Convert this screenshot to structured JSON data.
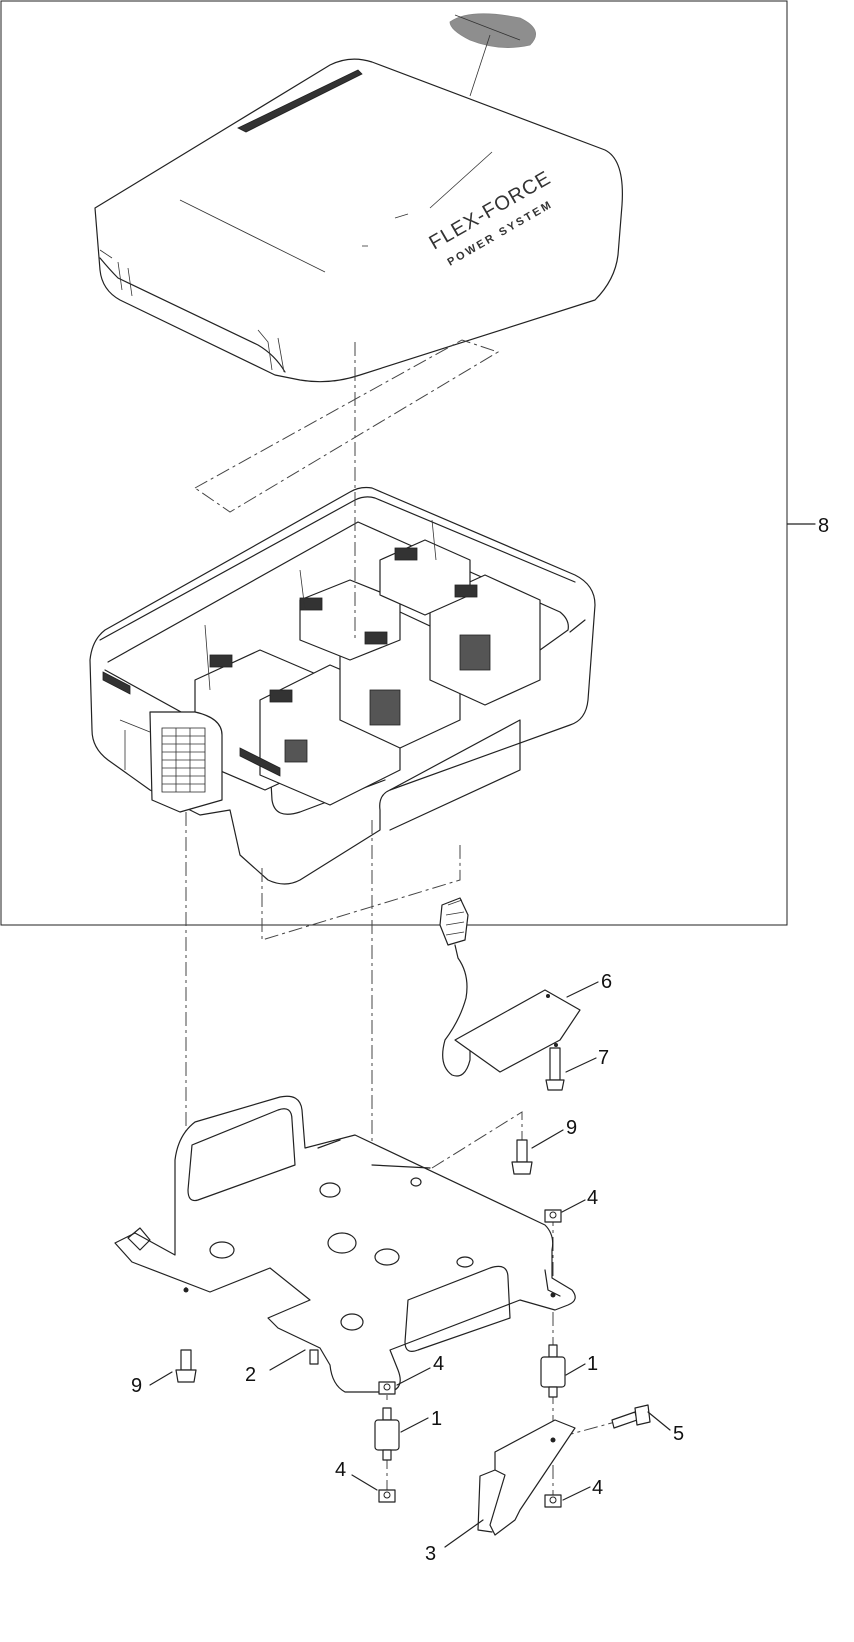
{
  "diagram": {
    "cover_logo": {
      "line1": "FLEX-FORCE",
      "line2": "POWER SYSTEM"
    },
    "callouts": [
      {
        "id": "c8",
        "label": "8"
      },
      {
        "id": "c6",
        "label": "6"
      },
      {
        "id": "c7",
        "label": "7"
      },
      {
        "id": "c9a",
        "label": "9"
      },
      {
        "id": "c4a",
        "label": "4"
      },
      {
        "id": "c9b",
        "label": "9"
      },
      {
        "id": "c2",
        "label": "2"
      },
      {
        "id": "c4b",
        "label": "4"
      },
      {
        "id": "c1a",
        "label": "1"
      },
      {
        "id": "c1b",
        "label": "1"
      },
      {
        "id": "c5",
        "label": "5"
      },
      {
        "id": "c4c",
        "label": "4"
      },
      {
        "id": "c4d",
        "label": "4"
      },
      {
        "id": "c3",
        "label": "3"
      }
    ]
  }
}
